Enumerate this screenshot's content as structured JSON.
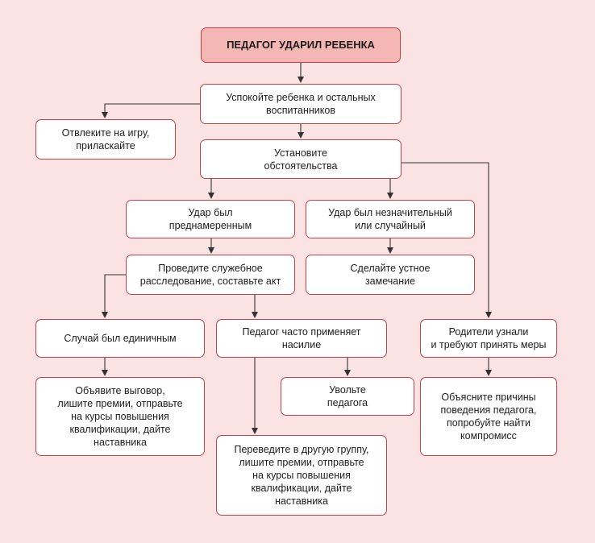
{
  "colors": {
    "background": "#fbe3e3",
    "node_fill": "#ffffff",
    "root_fill": "#f5b7b3",
    "node_border": "#c0434a",
    "edge": "#333333"
  },
  "nodes": {
    "root": "ПЕДАГОГ УДАРИЛ РЕБЕНКА",
    "calm": "Успокойте ребенка и остальных\nвоспитанников",
    "distract": "Отвлеките на игру,\nприласкайте",
    "establish": "Установите\nобстоятельства",
    "deliberate": "Удар был\nпреднамеренным",
    "minor": "Удар был незначительный\nили случайный",
    "investigate": "Проведите служебное\nрасследование, составьте акт",
    "remark": "Сделайте устное\nзамечание",
    "single": "Случай был единичным",
    "often": "Педагог часто применяет\nнасилие",
    "parents": "Родители узнали\nи требуют принять меры",
    "reprimand": "Объявите выговор,\nлишите премии, отправьте\nна курсы повышения\nквалификации, дайте\nнаставника",
    "fire": "Уволь­те\nпедагога",
    "transfer": "Переведите в другую группу,\nлишите премии, отправьте\nна курсы повышения\nквалификации, дайте\nнаставника",
    "explain": "Объясните причины\nповедения педагога,\nпопробуйте найти\nкомпромисс"
  }
}
